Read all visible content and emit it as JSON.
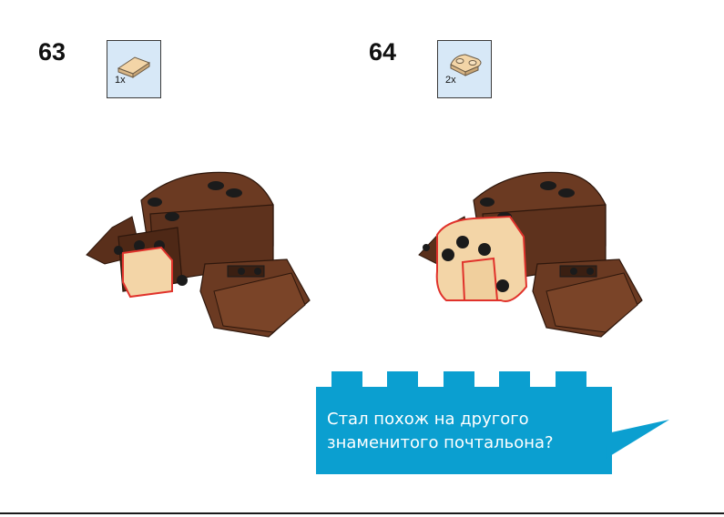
{
  "steps": [
    {
      "number": "63",
      "quantity": "1x",
      "part_icon": "tan-tile-1x2-icon"
    },
    {
      "number": "64",
      "quantity": "2x",
      "part_icon": "tan-curved-plate-icon"
    }
  ],
  "speech_bubble": {
    "line1": "Стал похож на другого",
    "line2": "знаменитого почтальона?"
  },
  "colors": {
    "brick_brown": "#6b3a22",
    "tan": "#f3d5a7",
    "highlight_outline": "#e0322b",
    "parts_box_bg": "#d7e8f7",
    "bubble_blue": "#0b9fd0"
  }
}
